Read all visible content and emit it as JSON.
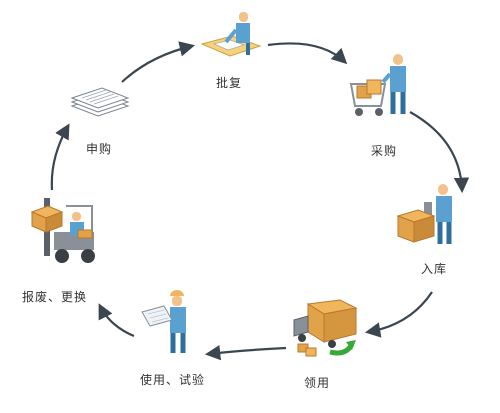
{
  "colors": {
    "arrow": "#3c4650",
    "person_blue": "#5aa0d0",
    "person_dark": "#2f6f9e",
    "skin": "#f2c28a",
    "box": "#e2a24a",
    "box_dark": "#b9782c",
    "grey": "#8a9098",
    "green": "#38a838"
  },
  "steps": [
    {
      "label": "批复",
      "icon": "person-at-desk-icon"
    },
    {
      "label": "采购",
      "icon": "shopping-cart-icon"
    },
    {
      "label": "入库",
      "icon": "warehouse-clerk-icon"
    },
    {
      "label": "领用",
      "icon": "delivery-truck-icon"
    },
    {
      "label": "使用、试验",
      "icon": "engineer-with-blueprint-icon"
    },
    {
      "label": "报废、更换",
      "icon": "forklift-icon"
    },
    {
      "label": "申购",
      "icon": "document-stack-icon"
    }
  ]
}
